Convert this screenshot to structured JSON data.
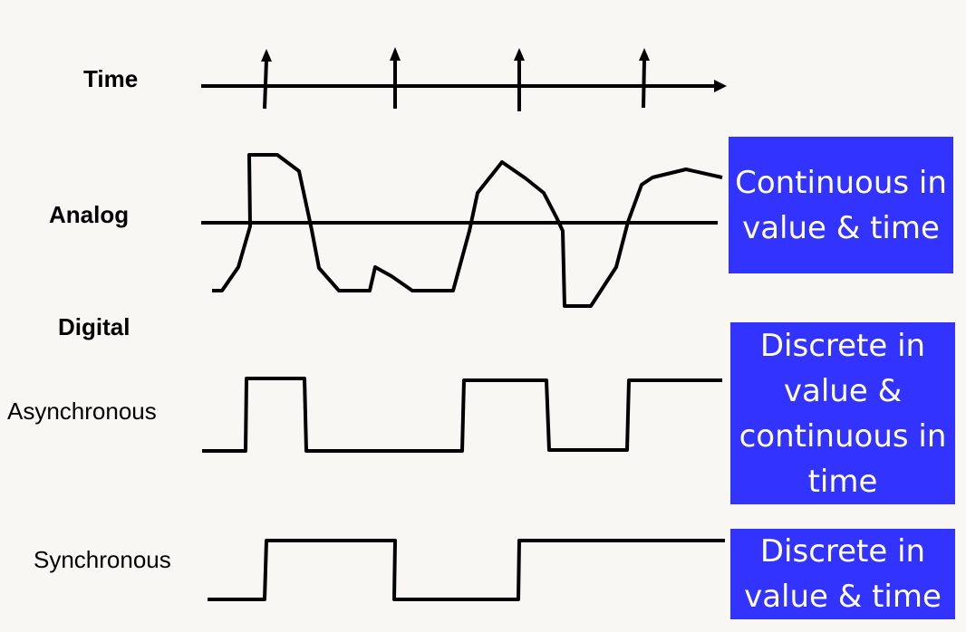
{
  "labels": {
    "time": "Time",
    "analog": "Analog",
    "digital": "Digital",
    "asynchronous": "Asynchronous",
    "synchronous": "Synchronous"
  },
  "notes": {
    "analog": "Continuous in value & time",
    "asynchronous": "Discrete in value & continuous in time",
    "synchronous": "Discrete in value & time"
  },
  "colors": {
    "background": "#f8f7f4",
    "note_fill": "#3333ff",
    "note_text": "#ffffff",
    "line": "#000000"
  }
}
